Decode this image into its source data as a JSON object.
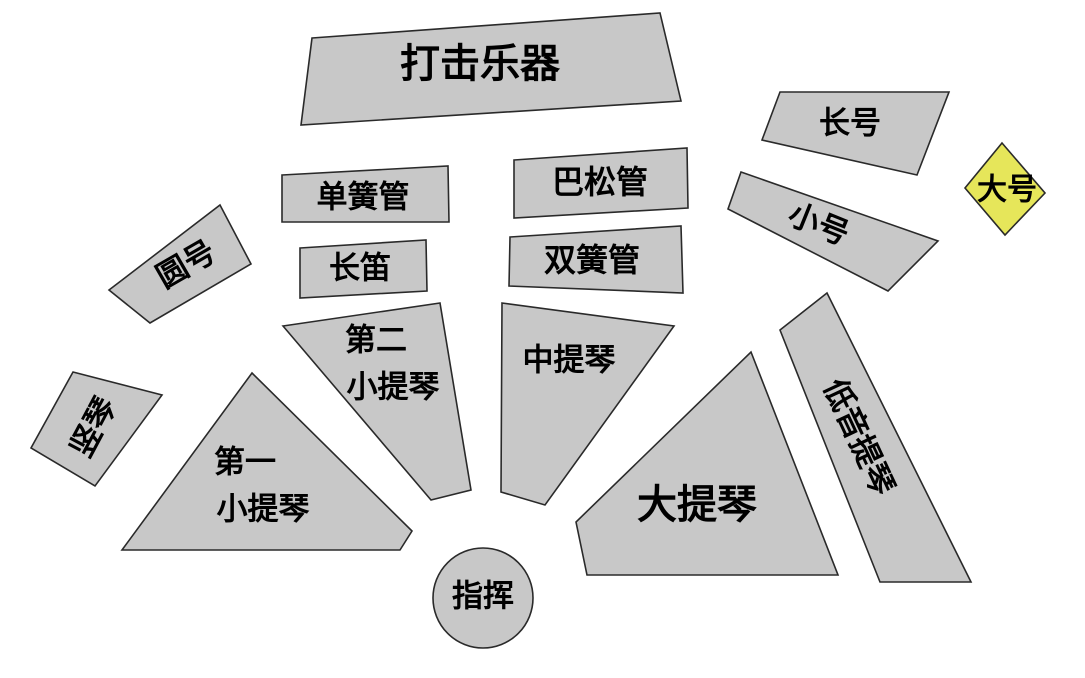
{
  "diagram": {
    "colors": {
      "section_fill": "#c8c8c8",
      "highlight_fill": "#e6e65a",
      "outline": "#2a2a2a",
      "background": "#ffffff"
    },
    "sections": {
      "percussion": "打击乐器",
      "clarinet": "单簧管",
      "bassoon": "巴松管",
      "flute": "长笛",
      "oboe": "双簧管",
      "trombone": "长号",
      "tuba": "大号",
      "trumpet": "小号",
      "horn": "圆号",
      "harp": "竖琴",
      "second_violin_line1": "第二",
      "second_violin_line2": "小提琴",
      "viola": "中提琴",
      "first_violin_line1": "第一",
      "first_violin_line2": "小提琴",
      "cello": "大提琴",
      "double_bass": "低音提琴",
      "conductor": "指挥"
    }
  }
}
